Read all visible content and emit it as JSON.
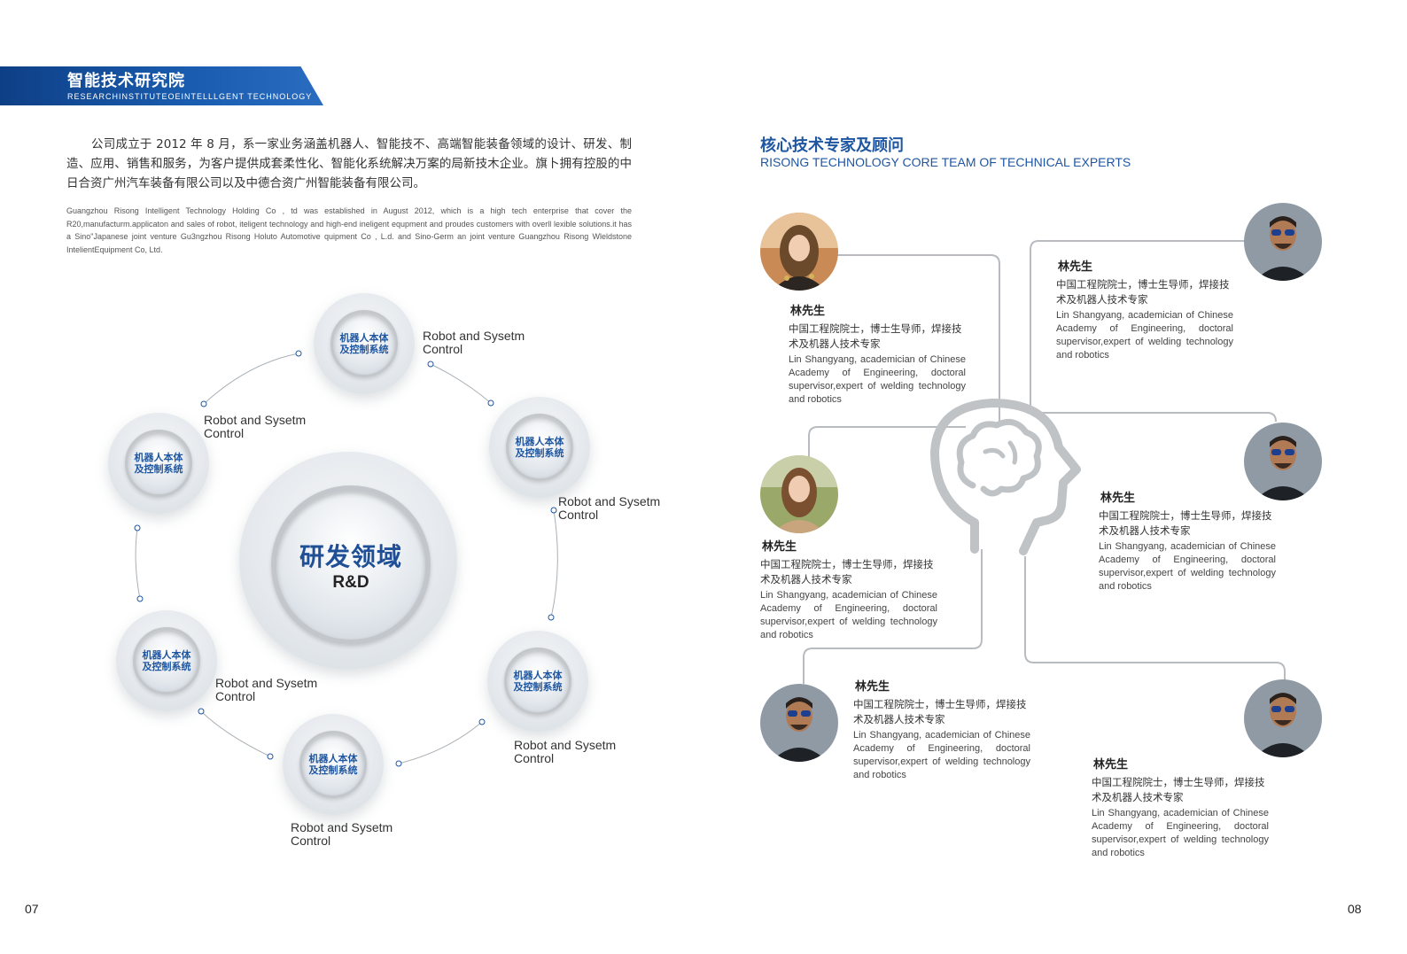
{
  "header": {
    "title_cn": "智能技术研究院",
    "title_en": "RESEARCHINSTITUTEOEINTELLLGENT TECHNOLOGY"
  },
  "intro": {
    "cn": "公司成立于 2012 年 8 月，系一家业务涵盖机器人、智能技不、高端智能装备领域的设计、研发、制造、应用、销售和服务，为客户提供成套柔性化、智能化系统解决万案的局新技木企业。旗卜拥有控股的中日合资广州汽车装备有限公司以及中德合资广州智能装备有限公司。",
    "en": "Guangzhou Risong Intelligent Technology Holding Co , td was established in August 2012, which is a high tech enterprise that cover the R20,manufacturm.applicaton and sales of robot, iteligent technology and high-end ineligent equpment and proudes customers with overll lexible solutions.it has a Sino\"Japanese joint venture Gu3ngzhou Risong Holuto Automotive quipment Co , L.d. and Sino-Germ an joint venture Guangzhou Risong Wleldstone IntelientEquipment Co, Ltd."
  },
  "rd": {
    "center_cn": "研发领域",
    "center_en": "R&D",
    "nodes": [
      {
        "label": "机器人本体\n及控制系统",
        "caption": "Robot and Sysetm\nControl"
      },
      {
        "label": "机器人本体\n及控制系统",
        "caption": "Robot and Sysetm\nControl"
      },
      {
        "label": "机器人本体\n及控制系统",
        "caption": "Robot and Sysetm\nControl"
      },
      {
        "label": "机器人本体\n及控制系统",
        "caption": "Robot and Sysetm\nControl"
      },
      {
        "label": "机器人本体\n及控制系统",
        "caption": "Robot and Sysetm\nControl"
      },
      {
        "label": "机器人本体\n及控制系统",
        "caption": "Robot and Sysetm\nControl"
      }
    ]
  },
  "experts_section": {
    "title_cn": "核心技术专家及顾问",
    "title_en": "RISONG TECHNOLOGY CORE TEAM OF TECHNICAL EXPERTS",
    "experts": [
      {
        "name": "林先生",
        "title_cn": "中国工程院院士，博士生导师，焊接技术及机器人技术专家",
        "desc_en": "Lin Shangyang, academician of Chinese Academy of Engineering, doctoral supervisor,expert of welding technology and robotics"
      },
      {
        "name": "林先生",
        "title_cn": "中国工程院院士，博士生导师，焊接技术及机器人技术专家",
        "desc_en": "Lin Shangyang, academician of Chinese Academy of Engineering, doctoral supervisor,expert of welding technology and robotics"
      },
      {
        "name": "林先生",
        "title_cn": "中国工程院院士，博士生导师，焊接技术及机器人技术专家",
        "desc_en": "Lin Shangyang, academician of Chinese Academy of Engineering, doctoral supervisor,expert of welding technology and robotics"
      },
      {
        "name": "林先生",
        "title_cn": "中国工程院院士，博士生导师，焊接技术及机器人技术专家",
        "desc_en": "Lin Shangyang, academician of Chinese Academy of Engineering, doctoral supervisor,expert of welding technology and robotics"
      },
      {
        "name": "林先生",
        "title_cn": "中国工程院院士，博士生导师，焊接技术及机器人技术专家",
        "desc_en": "Lin Shangyang, academician of Chinese Academy of Engineering, doctoral supervisor,expert of welding technology and robotics"
      },
      {
        "name": "林先生",
        "title_cn": "中国工程院院士，博士生导师，焊接技术及机器人技术专家",
        "desc_en": "Lin Shangyang, academician of Chinese Academy of Engineering, doctoral supervisor,expert of welding technology and robotics"
      }
    ]
  },
  "pages": {
    "left": "07",
    "right": "08"
  },
  "colors": {
    "brand_blue": "#1f56a0",
    "banner_dark": "#0e3f86",
    "line_gray": "#b8bcc0"
  }
}
